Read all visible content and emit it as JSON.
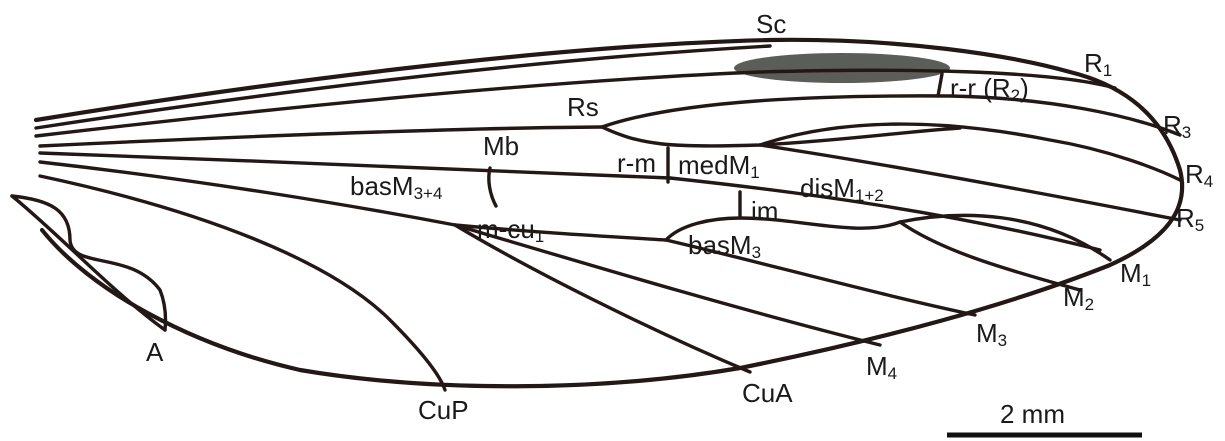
{
  "diagram": {
    "colors": {
      "vein": "#231815",
      "pterostigma": "#5b5e58",
      "background": "#ffffff"
    },
    "labels": {
      "sc": "Sc",
      "r1": {
        "main": "R",
        "sub": "1"
      },
      "rr": {
        "main": "r-r (R",
        "sub": "2",
        "tail": ")"
      },
      "r3": {
        "main": "R",
        "sub": "3"
      },
      "r4": {
        "main": "R",
        "sub": "4"
      },
      "r5": {
        "main": "R",
        "sub": "5"
      },
      "rs": "Rs",
      "mb": "Mb",
      "rm": "r-m",
      "medm1": {
        "main": "medM",
        "sub": "1"
      },
      "dism12": {
        "main": "disM",
        "sub": "1+2"
      },
      "basm34": {
        "main": "basM",
        "sub": "3+4"
      },
      "im": "im",
      "mcu1": {
        "main": "m-cu",
        "sub": "1"
      },
      "basm3": {
        "main": "basM",
        "sub": "3"
      },
      "m1": {
        "main": "M",
        "sub": "1"
      },
      "m2": {
        "main": "M",
        "sub": "2"
      },
      "m3": {
        "main": "M",
        "sub": "3"
      },
      "m4": {
        "main": "M",
        "sub": "4"
      },
      "a": "A",
      "cup": "CuP",
      "cua": "CuA"
    },
    "scale_bar": {
      "label": "2 mm"
    }
  }
}
